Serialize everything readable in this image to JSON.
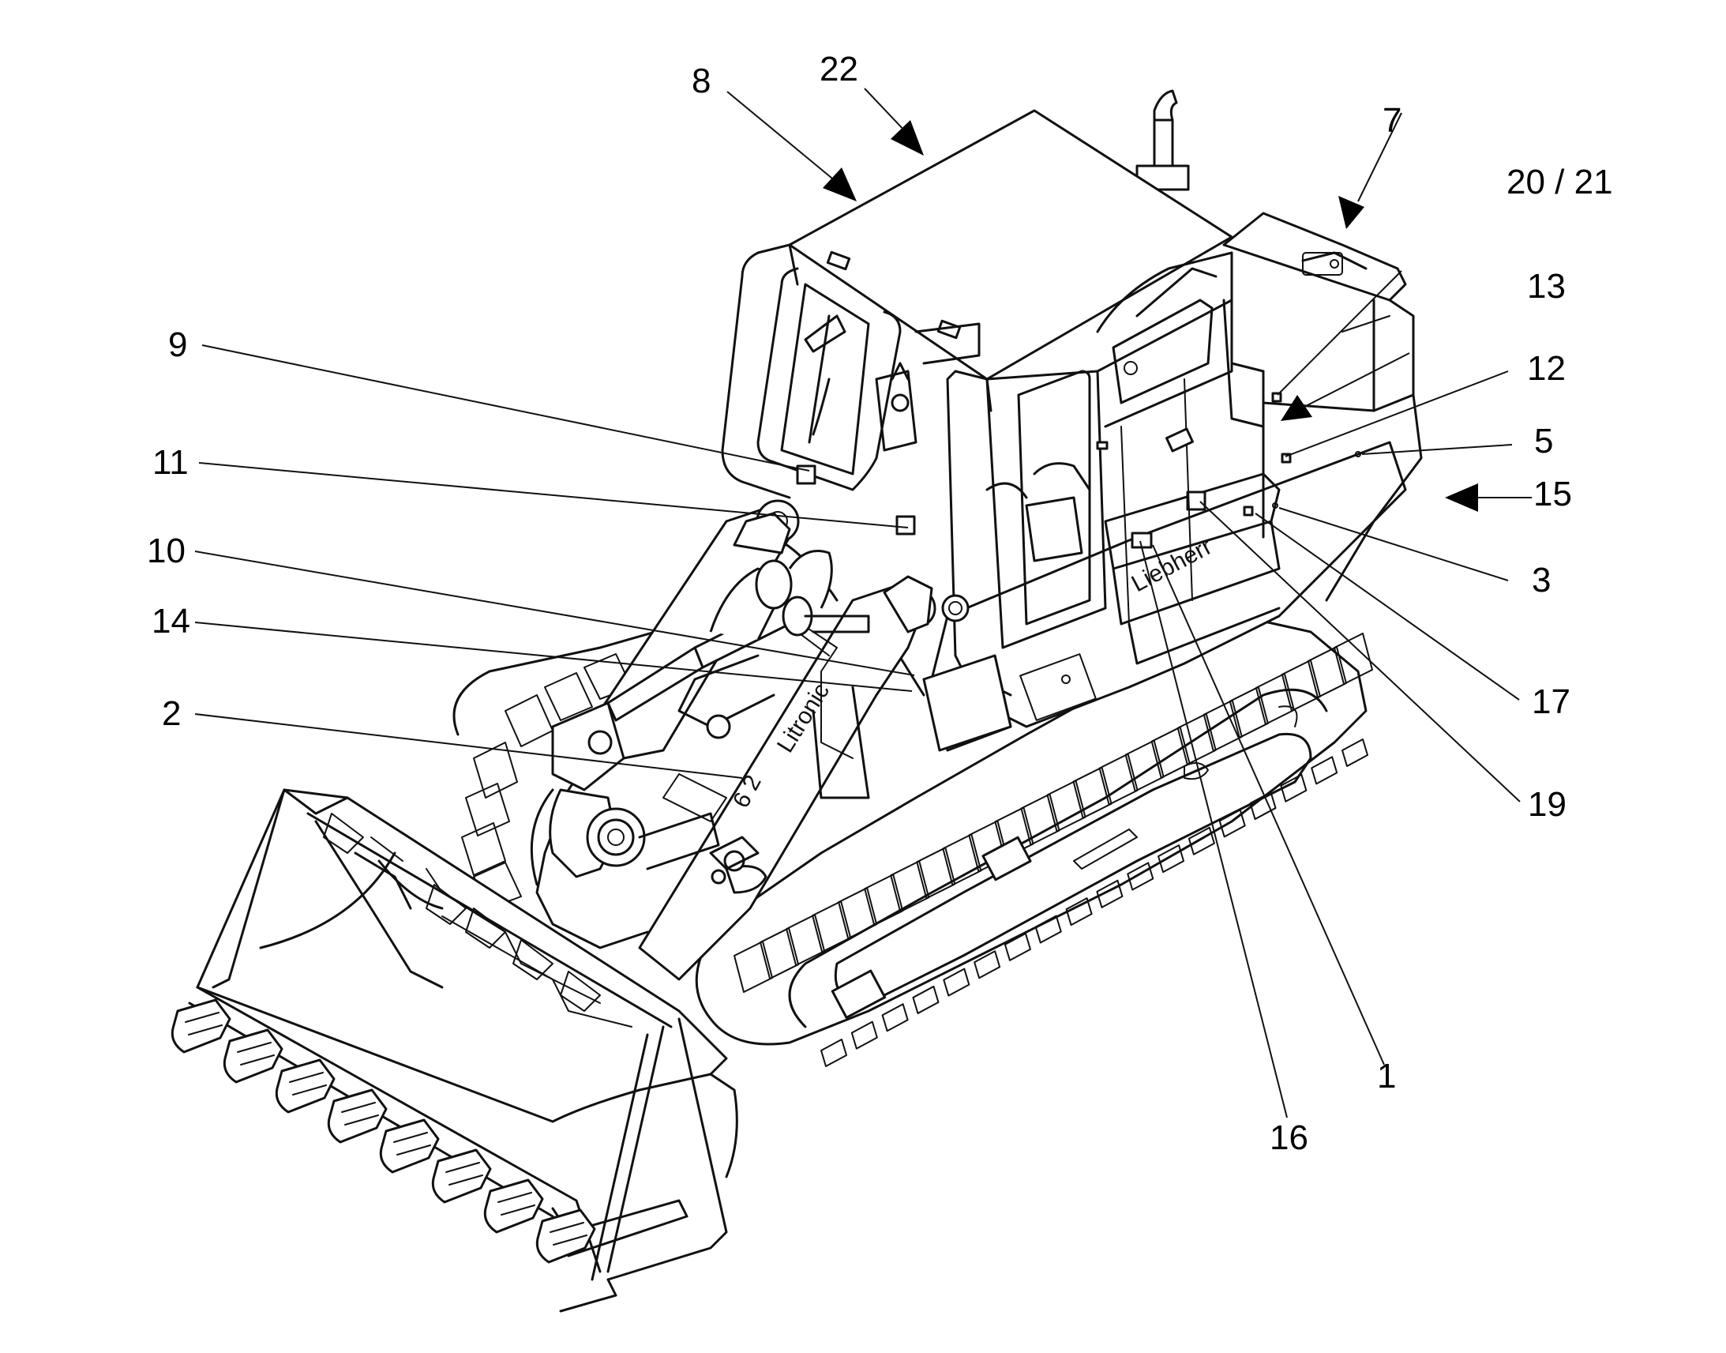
{
  "brand_text": {
    "side_logo": "Liebherr",
    "arm_logo": "Litronic",
    "arm_number": "6 2"
  },
  "reference_labels": {
    "l1": "1",
    "l2": "2",
    "l3": "3",
    "l5": "5",
    "l7": "7",
    "l8": "8",
    "l9": "9",
    "l10": "10",
    "l11": "11",
    "l12": "12",
    "l13": "13",
    "l14": "14",
    "l15": "15",
    "l16": "16",
    "l17": "17",
    "l19": "19",
    "l20_21": "20 / 21",
    "l22": "22"
  }
}
